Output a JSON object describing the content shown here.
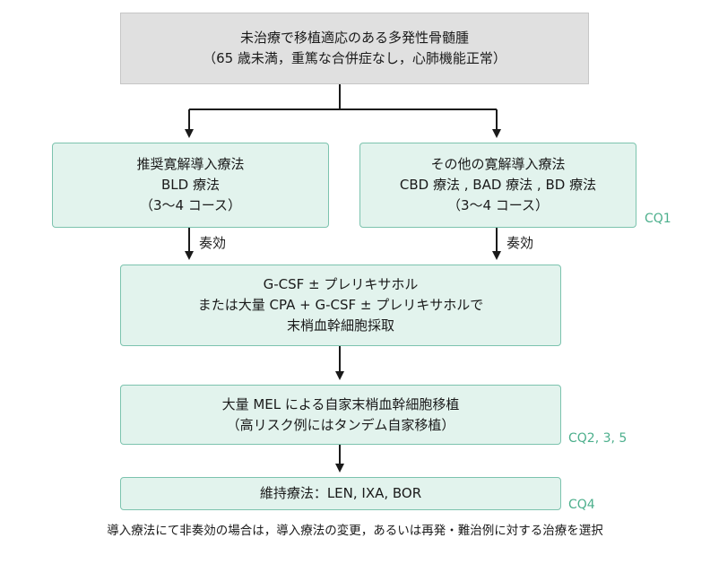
{
  "nodes": {
    "top": [
      "未治療で移植適応のある多発性骨髄腫",
      "（65 歳未満，重篤な合併症なし，心肺機能正常）"
    ],
    "recommended": [
      "推奨寛解導入療法",
      "BLD 療法",
      "（3〜4 コース）"
    ],
    "other": [
      "その他の寛解導入療法",
      "CBD 療法 , BAD 療法 , BD 療法",
      "（3〜4 コース）"
    ],
    "collection": [
      "G-CSF ± プレリキサホル",
      "または大量 CPA + G-CSF ± プレリキサホルで",
      "末梢血幹細胞採取"
    ],
    "transplant": [
      "大量 MEL による自家末梢血幹細胞移植",
      "（高リスク例にはタンデム自家移植）"
    ],
    "maintenance": [
      "維持療法：LEN, IXA, BOR"
    ]
  },
  "edge_labels": {
    "response_left": "奏効",
    "response_right": "奏効"
  },
  "cq_labels": {
    "other": "CQ1",
    "transplant": "CQ2, 3, 5",
    "maintenance": "CQ4"
  },
  "footnote": "導入療法にて非奏効の場合は，導入療法の変更，あるいは再発・難治例に対する治療を選択",
  "colors": {
    "box_fill": "#e2f3ed",
    "box_border": "#7cc3ae",
    "cq_text": "#4caf8c",
    "top_fill": "#e0e0e0"
  }
}
